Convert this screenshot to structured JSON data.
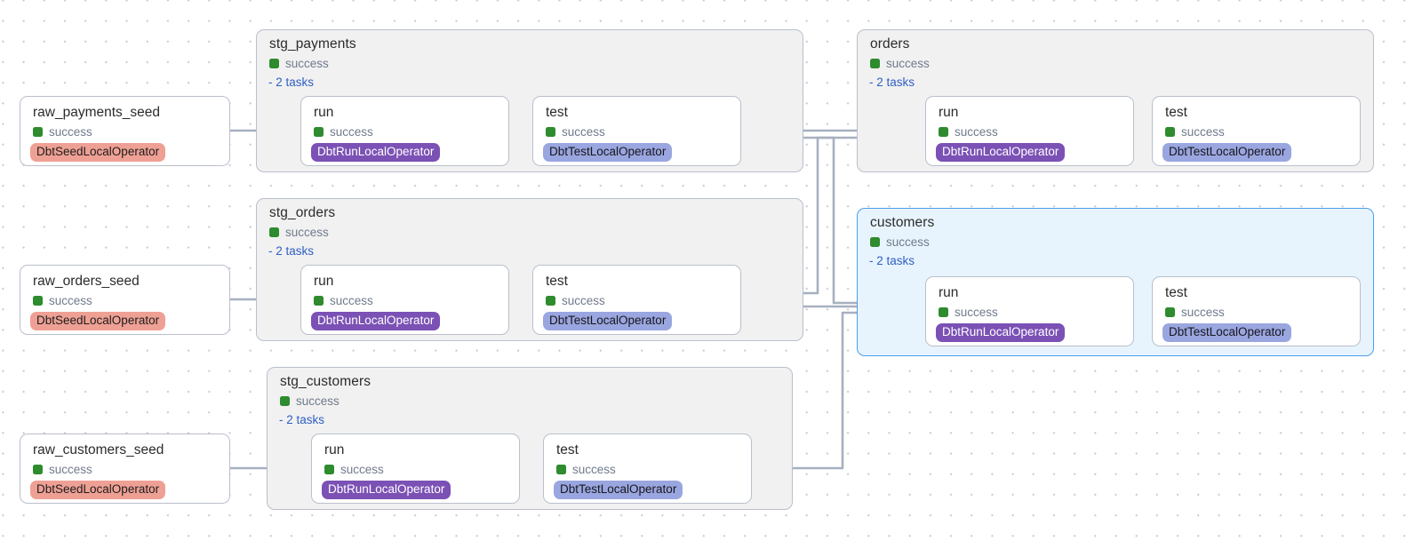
{
  "view": {
    "name": "airflow-dag-graph-view",
    "background": "#ffffff",
    "grid_dot_color": "#c9c9d4"
  },
  "palette": {
    "success": "#2e8b2e",
    "link": "#2f5ec4",
    "panel_bg": "#f1f1f1",
    "panel_border": "#b9bfcc",
    "selected_bg": "#e8f4fd",
    "selected_border": "#4a9eea",
    "edge": "#a7b0c0",
    "badge_seed": "#efa094",
    "badge_run": "#7b51b5",
    "badge_test": "#9aa6e0"
  },
  "labels": {
    "status_success": "success",
    "tasks_2": "- 2 tasks",
    "run": "run",
    "test": "test",
    "op_seed": "DbtSeedLocalOperator",
    "op_run": "DbtRunLocalOperator",
    "op_test": "DbtTestLocalOperator"
  },
  "seeds": [
    {
      "id": "raw_payments_seed",
      "title": "raw_payments_seed",
      "status": "success",
      "operator": "DbtSeedLocalOperator"
    },
    {
      "id": "raw_orders_seed",
      "title": "raw_orders_seed",
      "status": "success",
      "operator": "DbtSeedLocalOperator"
    },
    {
      "id": "raw_customers_seed",
      "title": "raw_customers_seed",
      "status": "success",
      "operator": "DbtSeedLocalOperator"
    }
  ],
  "groups": [
    {
      "id": "stg_payments",
      "title": "stg_payments",
      "status": "success",
      "tasks_label": "- 2 tasks",
      "selected": false,
      "tasks": [
        {
          "id": "stg_payments.run",
          "title": "run",
          "status": "success",
          "operator": "DbtRunLocalOperator"
        },
        {
          "id": "stg_payments.test",
          "title": "test",
          "status": "success",
          "operator": "DbtTestLocalOperator"
        }
      ]
    },
    {
      "id": "stg_orders",
      "title": "stg_orders",
      "status": "success",
      "tasks_label": "- 2 tasks",
      "selected": false,
      "tasks": [
        {
          "id": "stg_orders.run",
          "title": "run",
          "status": "success",
          "operator": "DbtRunLocalOperator"
        },
        {
          "id": "stg_orders.test",
          "title": "test",
          "status": "success",
          "operator": "DbtTestLocalOperator"
        }
      ]
    },
    {
      "id": "stg_customers",
      "title": "stg_customers",
      "status": "success",
      "tasks_label": "- 2 tasks",
      "selected": false,
      "tasks": [
        {
          "id": "stg_customers.run",
          "title": "run",
          "status": "success",
          "operator": "DbtRunLocalOperator"
        },
        {
          "id": "stg_customers.test",
          "title": "test",
          "status": "success",
          "operator": "DbtTestLocalOperator"
        }
      ]
    },
    {
      "id": "orders",
      "title": "orders",
      "status": "success",
      "tasks_label": "- 2 tasks",
      "selected": false,
      "tasks": [
        {
          "id": "orders.run",
          "title": "run",
          "status": "success",
          "operator": "DbtRunLocalOperator"
        },
        {
          "id": "orders.test",
          "title": "test",
          "status": "success",
          "operator": "DbtTestLocalOperator"
        }
      ]
    },
    {
      "id": "customers",
      "title": "customers",
      "status": "success",
      "tasks_label": "- 2 tasks",
      "selected": true,
      "tasks": [
        {
          "id": "customers.run",
          "title": "run",
          "status": "success",
          "operator": "DbtRunLocalOperator"
        },
        {
          "id": "customers.test",
          "title": "test",
          "status": "success",
          "operator": "DbtTestLocalOperator"
        }
      ]
    }
  ]
}
